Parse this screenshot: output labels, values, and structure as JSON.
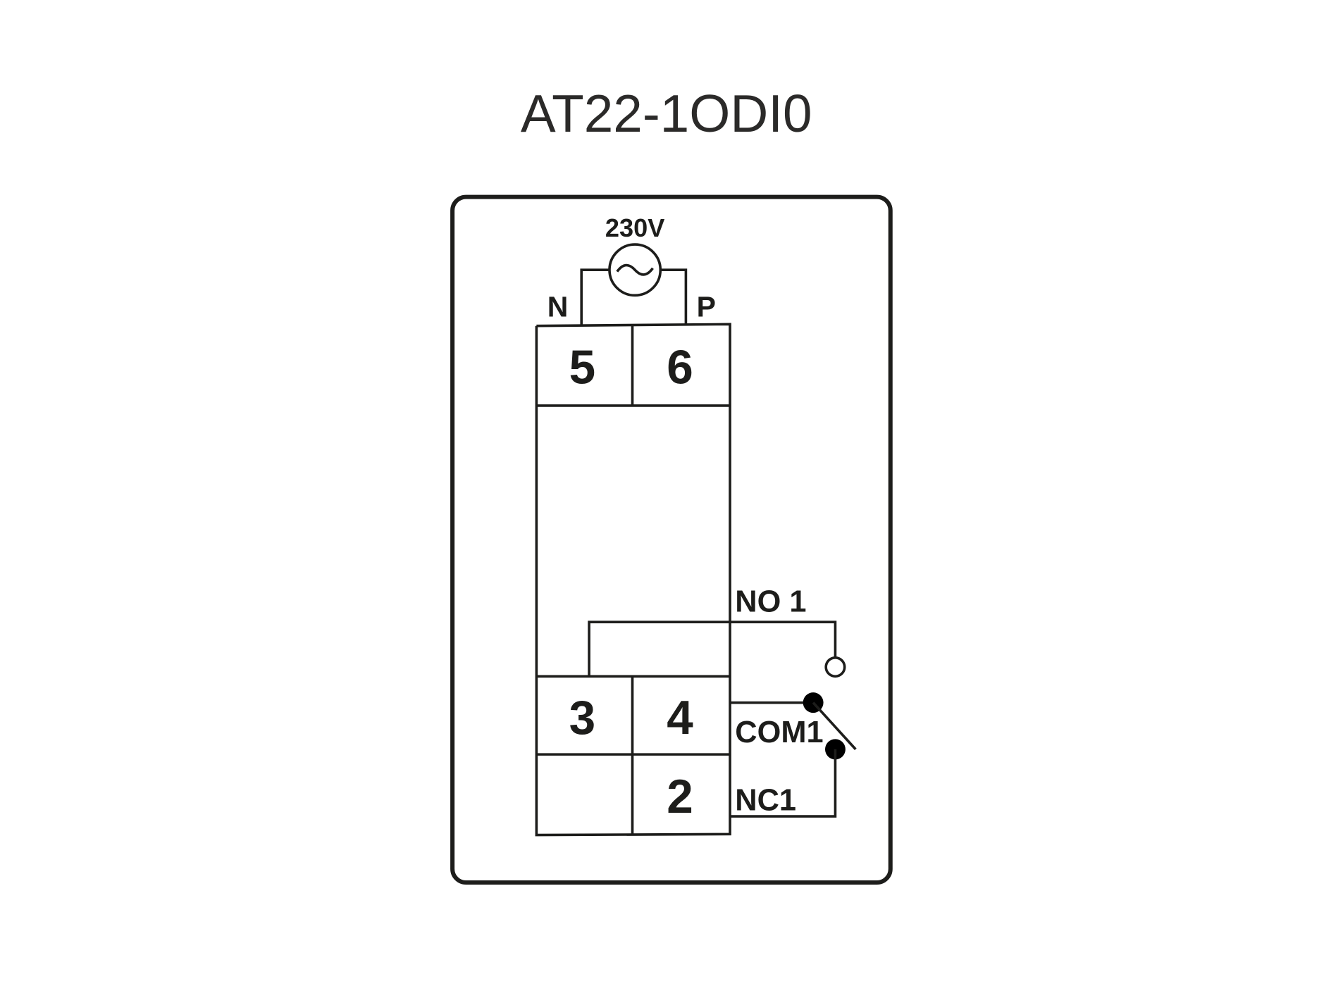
{
  "title": "AT22-1ODI0",
  "supply": {
    "voltage": "230V",
    "neutral": "N",
    "phase": "P",
    "symbol": "ac-source-icon"
  },
  "terminals": {
    "t5": "5",
    "t6": "6",
    "t3": "3",
    "t4": "4",
    "t2": "2"
  },
  "contacts": {
    "no": "NO 1",
    "com": "COM1",
    "nc": "NC1"
  }
}
